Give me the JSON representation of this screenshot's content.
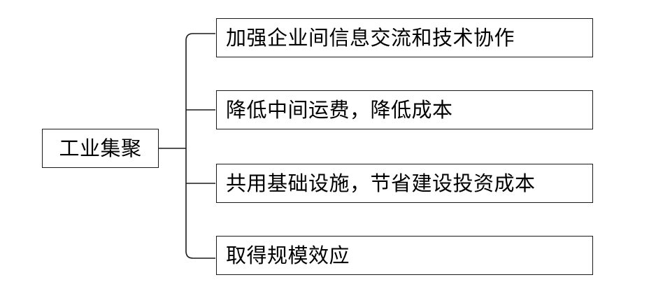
{
  "root": {
    "label": "工业集聚"
  },
  "branches": [
    {
      "label": "加强企业间信息交流和技术协作"
    },
    {
      "label": "降低中间运费，降低成本"
    },
    {
      "label": "共用基础设施，节省建设投资成本"
    },
    {
      "label": "取得规模效应"
    }
  ]
}
